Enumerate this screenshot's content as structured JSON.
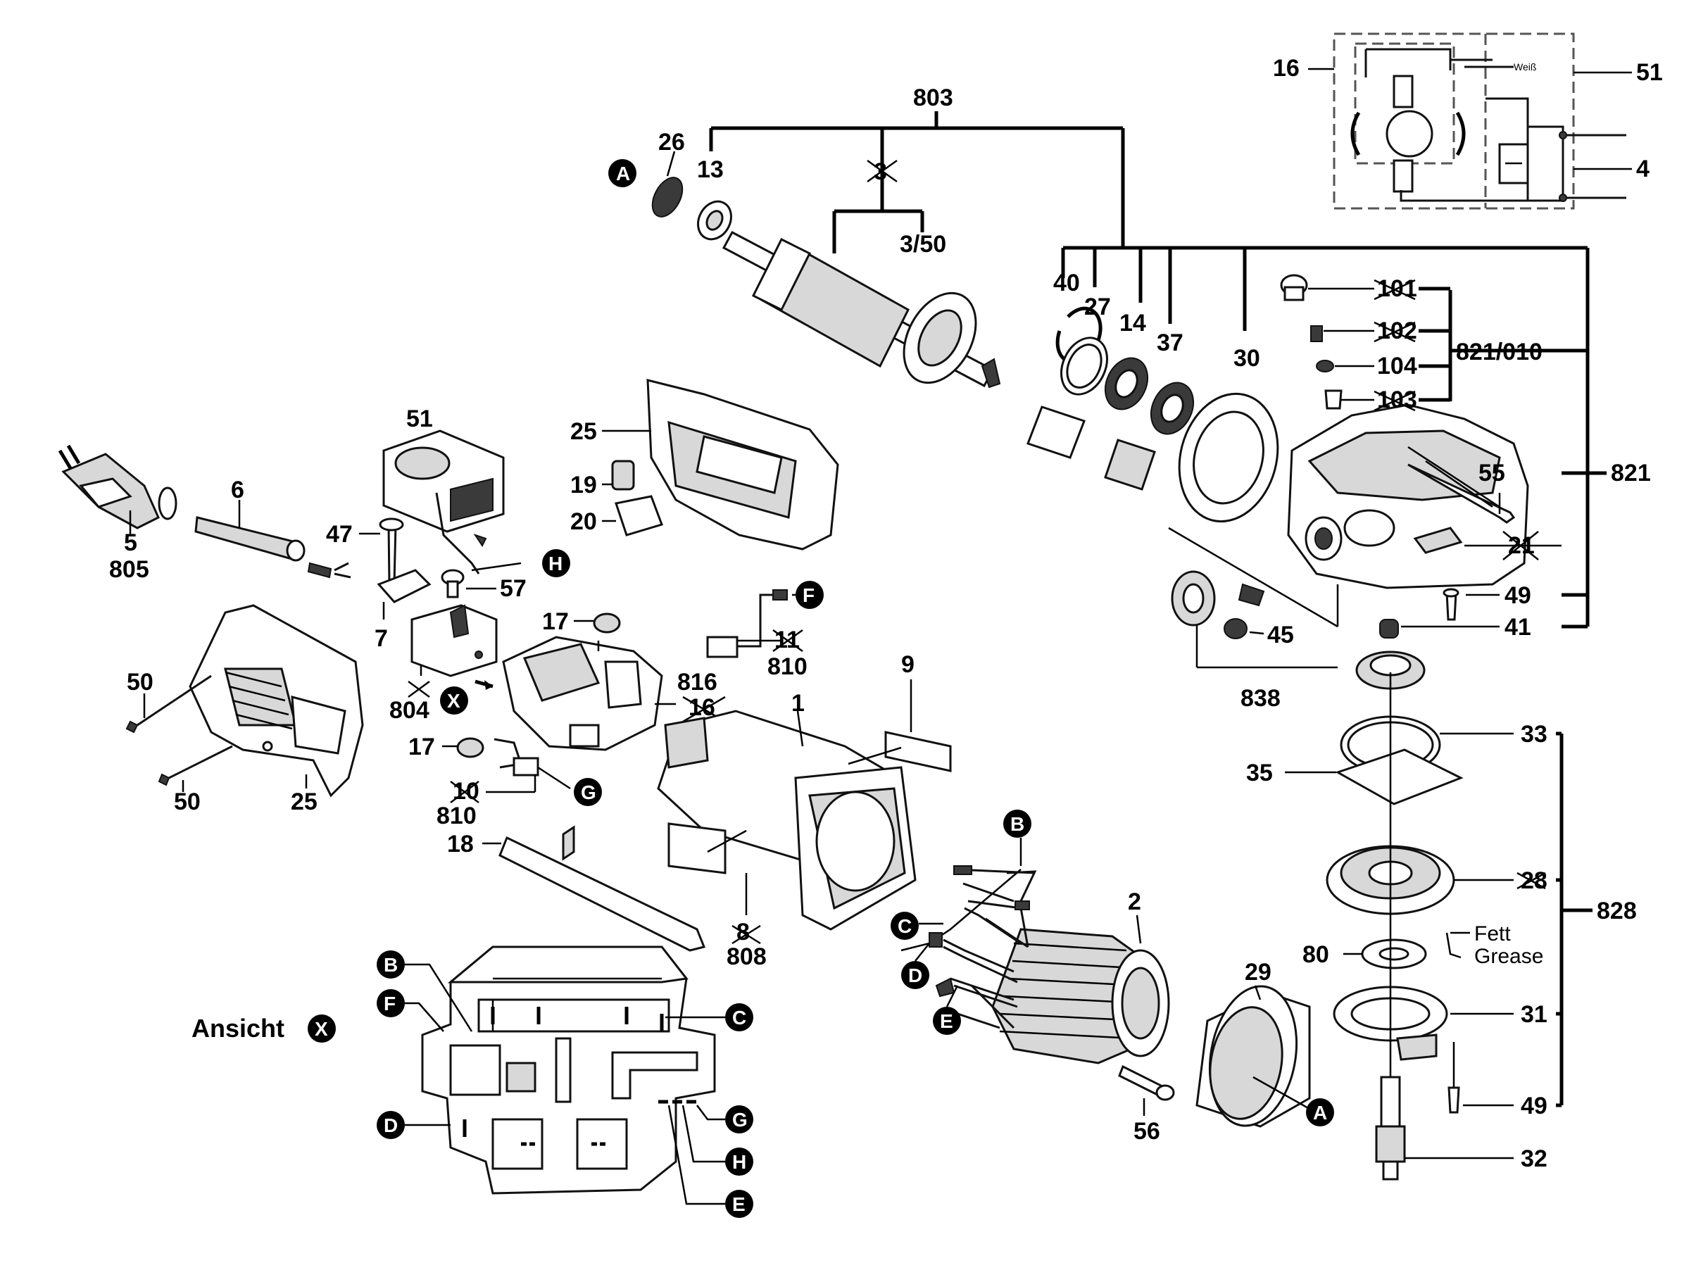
{
  "labels": {
    "p803": "803",
    "p26": "26",
    "p13": "13",
    "p3x": "3",
    "p3_50": "3/50",
    "p16": "16",
    "p51": "51",
    "p4": "4",
    "weiss": "Weiß",
    "p40": "40",
    "p27": "27",
    "p14": "14",
    "p37": "37",
    "p30": "30",
    "p101": "101",
    "p102": "102",
    "p104": "104",
    "p103": "103",
    "p821_010": "821/010",
    "p821": "821",
    "p55": "55",
    "p21": "21",
    "p49a": "49",
    "p41": "41",
    "p45": "45",
    "p838": "838",
    "p33": "33",
    "p35": "35",
    "p28": "28",
    "p828": "828",
    "p80": "80",
    "fett": "Fett",
    "grease": "Grease",
    "p31": "31",
    "p49b": "49",
    "p32": "32",
    "p25a": "25",
    "p19": "19",
    "p20": "20",
    "p51b": "51",
    "p47": "47",
    "p57": "57",
    "p5": "5",
    "p805": "805",
    "p6": "6",
    "p7": "7",
    "p804": "804",
    "p17a": "17",
    "p11": "11",
    "p810a": "810",
    "p816": "816",
    "p16b": "16",
    "p9": "9",
    "p1": "1",
    "p50a": "50",
    "p50b": "50",
    "p25b": "25",
    "p17b": "17",
    "p10": "10",
    "p810b": "810",
    "p18": "18",
    "p8": "8",
    "p808": "808",
    "p2": "2",
    "p29": "29",
    "p56": "56",
    "ansicht": "Ansicht"
  },
  "badges": {
    "A": "A",
    "B": "B",
    "C": "C",
    "D": "D",
    "E": "E",
    "F": "F",
    "G": "G",
    "H": "H",
    "X": "X"
  }
}
